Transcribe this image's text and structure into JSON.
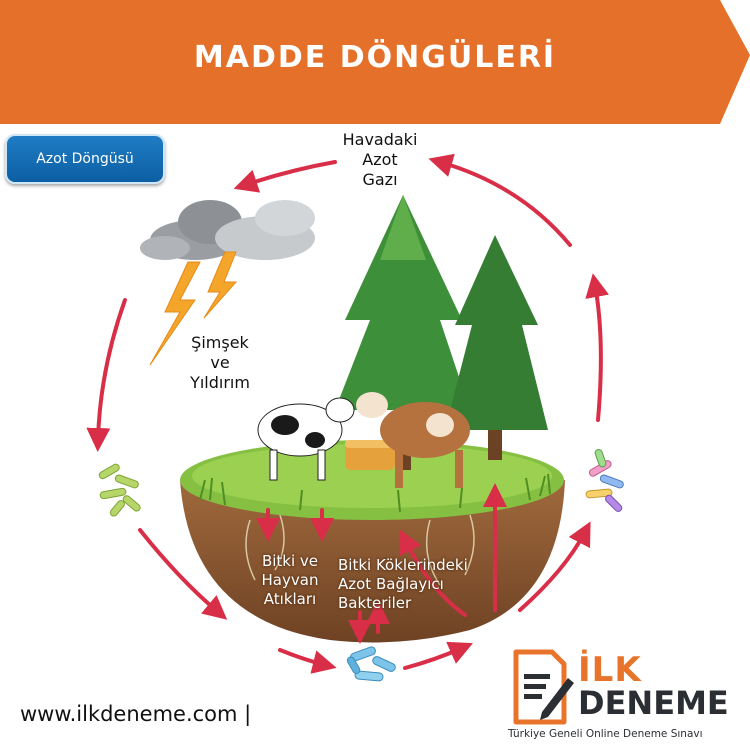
{
  "header": {
    "title": "MADDE DÖNGÜLERİ"
  },
  "badge": {
    "label": "Azot Döngüsü"
  },
  "diagram": {
    "labels": {
      "atmosphere": [
        "Havadaki",
        "Azot",
        "Gazı"
      ],
      "lightning": [
        "Şimşek",
        "ve",
        "Yıldırım"
      ],
      "waste": [
        "Bitki ve",
        "Hayvan",
        "Atıkları"
      ],
      "root_bacteria": [
        "Bitki Köklerindeki",
        "Azot Bağlayıcı",
        "Bakteriler"
      ]
    },
    "colors": {
      "banner": "#e5702a",
      "arrow": "#d92e48",
      "soil": "#8a5630",
      "grass": "#7cb83a",
      "tree": "#3e8f3a"
    },
    "icons": [
      "cloud-icon",
      "lightning-icon",
      "bacteria-icon",
      "tree-icon",
      "cow-icon",
      "hay-icon"
    ]
  },
  "footer": {
    "url": "www.ilkdeneme.com |",
    "logo_top": "İLK",
    "logo_bottom": "DENEME",
    "logo_tagline": "Türkiye Geneli Online Deneme Sınavı"
  }
}
